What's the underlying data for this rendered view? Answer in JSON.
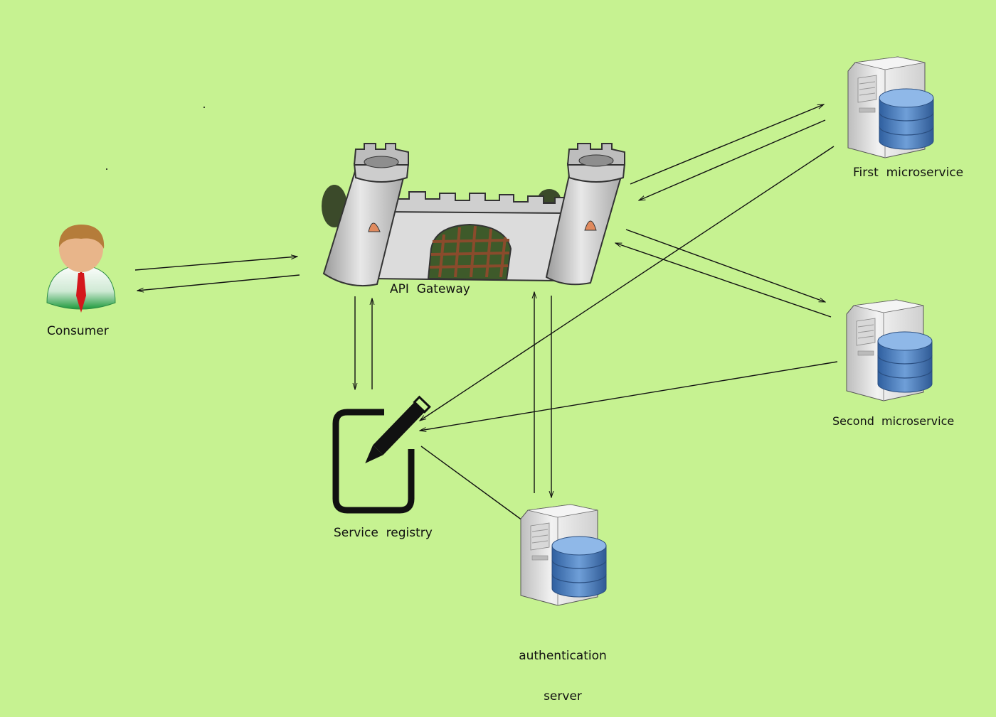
{
  "nodes": {
    "consumer": {
      "label": "Consumer",
      "icon": "user-icon"
    },
    "gateway": {
      "label": "API  Gateway",
      "icon": "castle-icon"
    },
    "registry": {
      "label": "Service  registry",
      "icon": "pencil-note-icon"
    },
    "auth": {
      "label_line1": "authentication",
      "label_line2": "server",
      "icon": "server-database-icon"
    },
    "first": {
      "label": "First  microservice",
      "icon": "server-database-icon"
    },
    "second": {
      "label": "Second  microservice",
      "icon": "server-database-icon"
    }
  },
  "colors": {
    "background": "#c6f291",
    "line": "#111111",
    "database": "#3f6fb0",
    "server": "#e4e4e4"
  }
}
